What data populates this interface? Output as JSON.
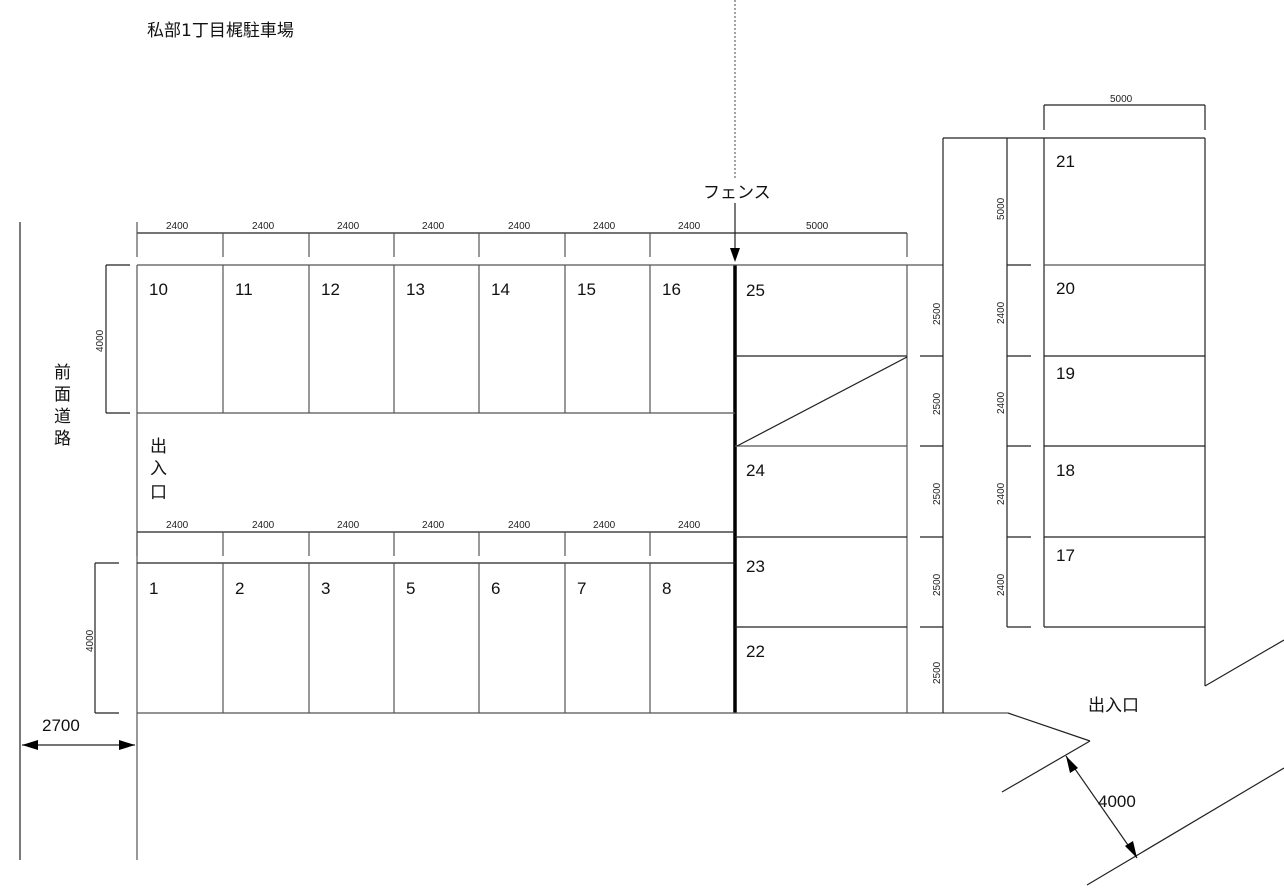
{
  "title": "私部1丁目梶駐車場",
  "labels": {
    "road": [
      "前",
      "面",
      "道",
      "路"
    ],
    "entrance_left": [
      "出",
      "入",
      "口"
    ],
    "entrance_right": "出入口",
    "fence": "フェンス"
  },
  "spaces": {
    "top_row": [
      "10",
      "11",
      "12",
      "13",
      "14",
      "15",
      "16"
    ],
    "bottom_row": [
      "1",
      "2",
      "3",
      "5",
      "6",
      "7",
      "8"
    ],
    "middle_column": [
      "25",
      "",
      "24",
      "23",
      "22"
    ],
    "right_column": [
      "21",
      "20",
      "19",
      "18",
      "17"
    ]
  },
  "dimensions": {
    "top_widths": [
      "2400",
      "2400",
      "2400",
      "2400",
      "2400",
      "2400",
      "2400"
    ],
    "top_right_width": "5000",
    "bottom_widths": [
      "2400",
      "2400",
      "2400",
      "2400",
      "2400",
      "2400",
      "2400"
    ],
    "top_depth": "4000",
    "bottom_depth": "4000",
    "middle_heights": [
      "2500",
      "2500",
      "2500",
      "2500",
      "2500"
    ],
    "right_heights": [
      "5000",
      "2400",
      "2400",
      "2400",
      "2400"
    ],
    "right_width": "5000",
    "road_setback": "2700",
    "entrance_width": "4000"
  }
}
